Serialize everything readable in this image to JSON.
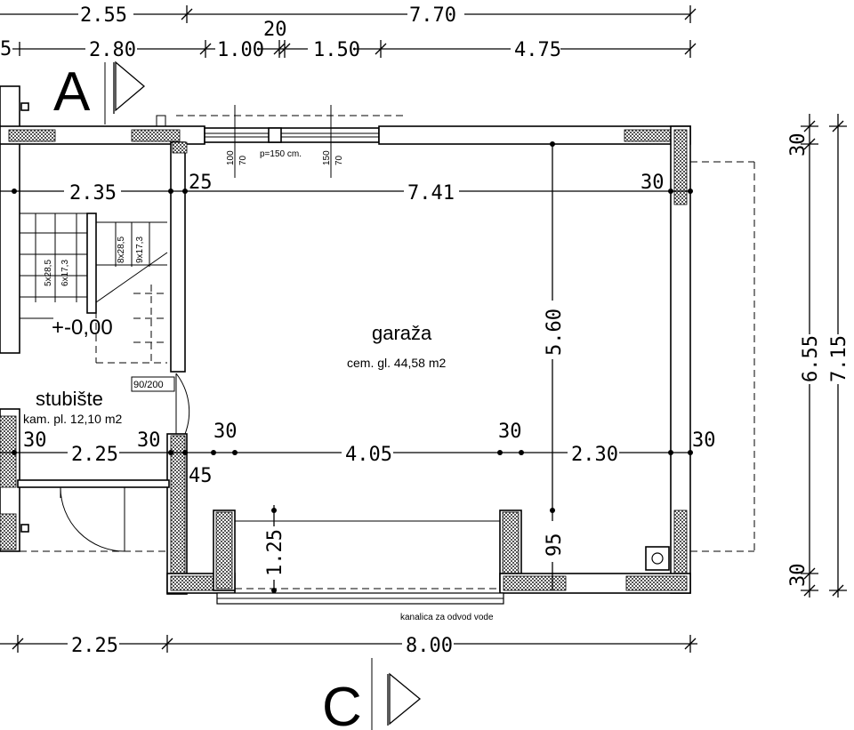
{
  "dims_top": {
    "row1_a": "2.55",
    "row1_b": "7.70",
    "row2_edge": "5",
    "row2_a": "2.80",
    "row2_b": "1.00",
    "row2_c": "20",
    "row2_d": "1.50",
    "row2_e": "4.75"
  },
  "section_labels": {
    "top": "A",
    "bottom": "C"
  },
  "window_notes": {
    "w1_top": "100",
    "w1_bot": "70",
    "parapet": "p=150 cm.",
    "w2_top": "150",
    "w2_bot": "70"
  },
  "dims_inner": {
    "stair_width": "2.35",
    "wall_25": "25",
    "garage_width": "7.41",
    "wall_30_r": "30",
    "garage_depth": "5.60",
    "lower_left_30": "30",
    "lower_225": "2.25",
    "lower_30_b": "30",
    "lower_30_c": "30",
    "lower_405": "4.05",
    "lower_30_d": "30",
    "lower_230": "2.30",
    "lower_30_e": "30",
    "wall_45": "45",
    "door_height": "1.25",
    "sill_95": "95"
  },
  "stairs": {
    "flight1": "5x28,5",
    "flight1b": "6x17,3",
    "flight2": "8x28,5",
    "flight2b": "9x17,3",
    "level": "+-0,00",
    "door": "90/200"
  },
  "rooms": {
    "garage": {
      "name": "garaža",
      "area": "cem. gl. 44,58 m2"
    },
    "stair": {
      "name": "stubište",
      "area": "kam. pl. 12,10 m2"
    }
  },
  "dims_right": {
    "top_30": "30",
    "mid_655": "6.55",
    "total_715": "7.15",
    "bot_30": "30"
  },
  "dims_bottom": {
    "left": "2.25",
    "right": "8.00"
  },
  "drain_note": "kanalica za odvod vode"
}
